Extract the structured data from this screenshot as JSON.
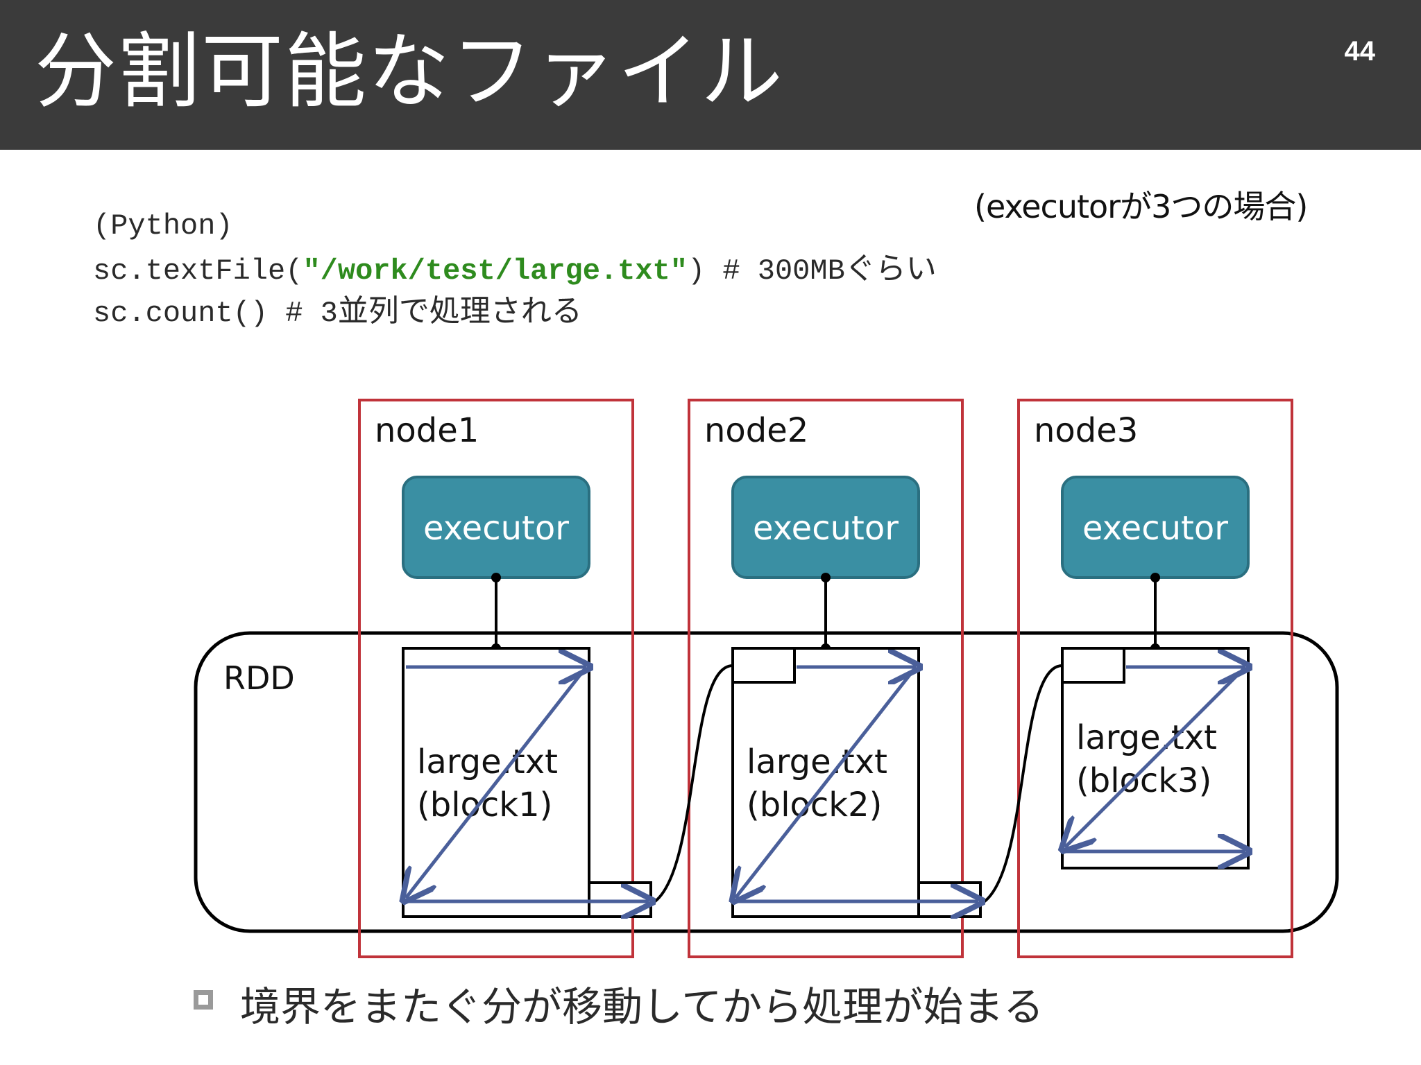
{
  "slide": {
    "title": "分割可能なファイル",
    "page_number": "44"
  },
  "condition_note": "(executorが3つの場合)",
  "code": {
    "language_label": "(Python)",
    "line2_prefix": "sc.textFile(",
    "line2_string": "\"/work/test/large.txt\"",
    "line2_comment": ") # 300MB",
    "line2_suffix": "ぐらい",
    "line3_code": "sc.count() # 3",
    "line3_suffix": "並列で処理される"
  },
  "diagram": {
    "rdd_label": "RDD",
    "nodes": [
      {
        "label": "node1",
        "executor": "executor",
        "file_line1": "large.txt",
        "file_line2": "(block1)"
      },
      {
        "label": "node2",
        "executor": "executor",
        "file_line1": "large.txt",
        "file_line2": "(block2)"
      },
      {
        "label": "node3",
        "executor": "executor",
        "file_line1": "large.txt",
        "file_line2": "(block3)"
      }
    ],
    "colors": {
      "node_border": "#c0333a",
      "executor_fill": "#3a8fa3",
      "executor_border": "#2a6f80",
      "arrow": "#4a5f9a",
      "line": "#000000"
    }
  },
  "bullet": {
    "text": "境界をまたぐ分が移動してから処理が始まる"
  }
}
